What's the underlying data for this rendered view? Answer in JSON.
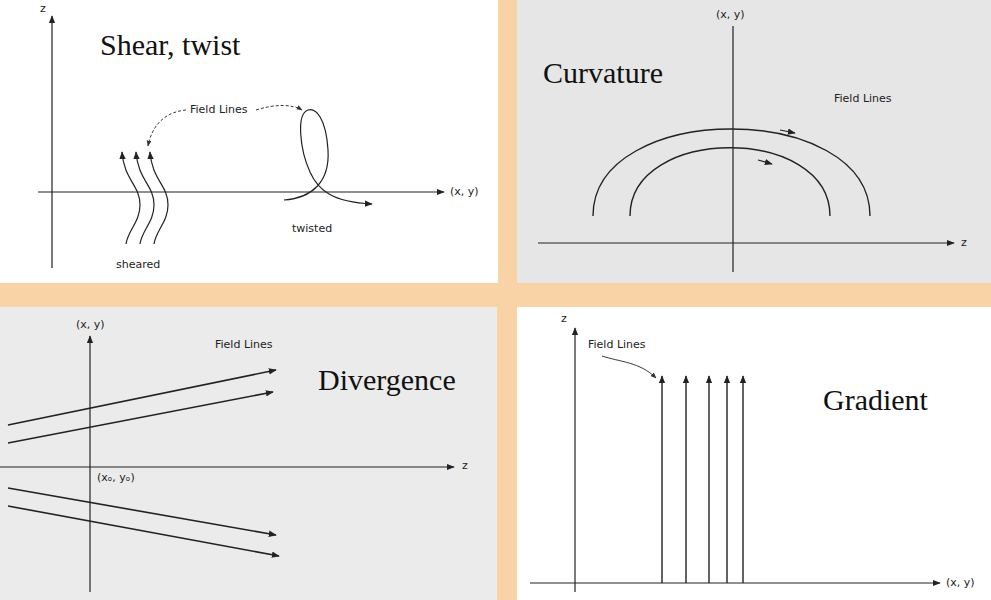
{
  "diagram": {
    "labels": [
      "z",
      "Shear, twist",
      "Field Lines",
      "(x, y)",
      "sheared",
      "twisted",
      "(x, y)",
      "Curvature",
      "Field Lines",
      "z",
      "(x, y)",
      "Field Lines",
      "Divergence",
      "z",
      "(xₒ, yₒ)",
      "z",
      "Field Lines",
      "Gradient",
      "(x, y)"
    ]
  }
}
